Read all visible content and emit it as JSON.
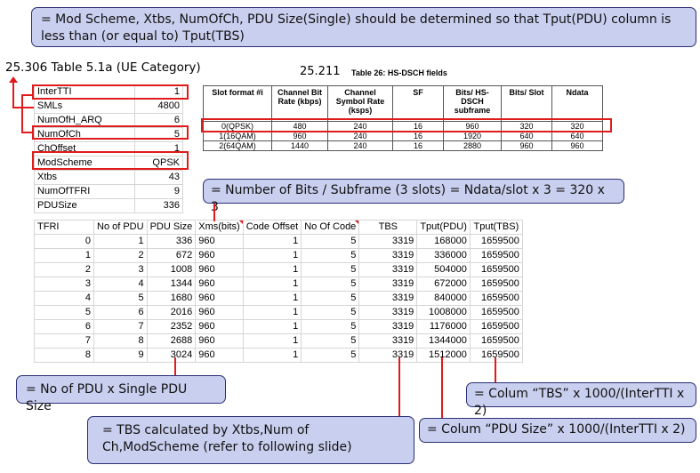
{
  "callouts": {
    "top": "= Mod Scheme, Xtbs, NumOfCh, PDU Size(Single) should be determined so that Tput(PDU) column is less than (or equal to) Tput(TBS)",
    "bits": "= Number of Bits / Subframe (3 slots) = Ndata/slot x 3 = 320 x 3",
    "pdu": "= No of PDU x Single PDU Size",
    "tbs": "= TBS calculated by Xtbs,Num of Ch,ModScheme (refer to following slide)",
    "tput_tbs": "= Colum “TBS” x 1000/(InterTTI x 2)",
    "tput_pdu": "= Colum “PDU Size” x 1000/(InterTTI x 2)"
  },
  "headings": {
    "ue_category": "25.306 Table 5.1a (UE Category)",
    "spec": "25.211",
    "hs_table_title": "Table 26: HS-DSCH fields"
  },
  "ue_params": [
    {
      "key": "InterTTI",
      "value": "1"
    },
    {
      "key": "SMLs",
      "value": "4800"
    },
    {
      "key": "NumOfH_ARQ",
      "value": "6"
    },
    {
      "key": "NumOfCh",
      "value": "5"
    },
    {
      "key": "ChOffset",
      "value": "1"
    },
    {
      "key": "ModScheme",
      "value": "QPSK"
    },
    {
      "key": "Xtbs",
      "value": "43"
    },
    {
      "key": "NumOfTFRI",
      "value": "9"
    },
    {
      "key": "PDUSize",
      "value": "336"
    }
  ],
  "hs_dsch": {
    "headers": [
      "Slot format #i",
      "Channel Bit Rate (kbps)",
      "Channel Symbol Rate (ksps)",
      "SF",
      "Bits/ HS-DSCH subframe",
      "Bits/ Slot",
      "Ndata"
    ],
    "rows": [
      [
        "0(QPSK)",
        "480",
        "240",
        "16",
        "960",
        "320",
        "320"
      ],
      [
        "1(16QAM)",
        "960",
        "240",
        "16",
        "1920",
        "640",
        "640"
      ],
      [
        "2(64QAM)",
        "1440",
        "240",
        "16",
        "2880",
        "960",
        "960"
      ]
    ]
  },
  "tfri_table": {
    "headers": [
      "TFRI",
      "No of PDU",
      "PDU Size",
      "Xms(bits)",
      "Code Offset",
      "No Of Code",
      "TBS",
      "Tput(PDU)",
      "Tput(TBS)"
    ],
    "rows": [
      [
        "0",
        "1",
        "336",
        "960",
        "1",
        "5",
        "3319",
        "168000",
        "1659500"
      ],
      [
        "1",
        "2",
        "672",
        "960",
        "1",
        "5",
        "3319",
        "336000",
        "1659500"
      ],
      [
        "2",
        "3",
        "1008",
        "960",
        "1",
        "5",
        "3319",
        "504000",
        "1659500"
      ],
      [
        "3",
        "4",
        "1344",
        "960",
        "1",
        "5",
        "3319",
        "672000",
        "1659500"
      ],
      [
        "4",
        "5",
        "1680",
        "960",
        "1",
        "5",
        "3319",
        "840000",
        "1659500"
      ],
      [
        "5",
        "6",
        "2016",
        "960",
        "1",
        "5",
        "3319",
        "1008000",
        "1659500"
      ],
      [
        "6",
        "7",
        "2352",
        "960",
        "1",
        "5",
        "3319",
        "1176000",
        "1659500"
      ],
      [
        "7",
        "8",
        "2688",
        "960",
        "1",
        "5",
        "3319",
        "1344000",
        "1659500"
      ],
      [
        "8",
        "9",
        "3024",
        "960",
        "1",
        "5",
        "3319",
        "1512000",
        "1659500"
      ]
    ]
  },
  "colors": {
    "highlight": "#e01b1b",
    "callout_fill": "#c9cfee",
    "callout_border": "#2b2f74"
  }
}
